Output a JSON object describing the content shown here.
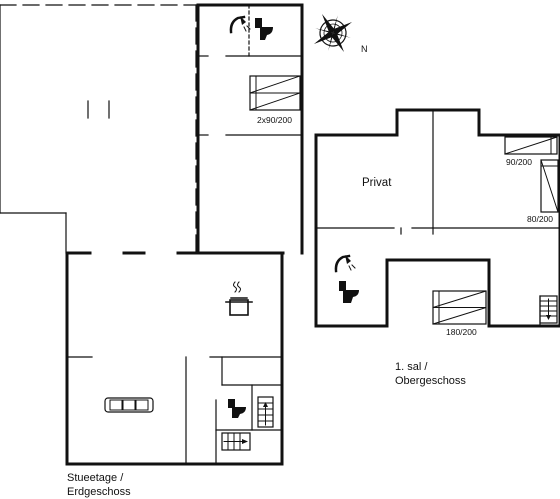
{
  "compass": {
    "north_label": "N",
    "icon": "compass-rose-icon"
  },
  "ground_floor": {
    "label_line1": "Stueetage /",
    "label_line2": "Erdgeschoss",
    "bed_labels": [
      "2x90/200"
    ],
    "icons": [
      "shower-icon",
      "toilet-icon",
      "bed-icon",
      "cooking-pot-icon",
      "sofa-icon",
      "toilet-icon",
      "stairs-icon",
      "stairs-icon"
    ]
  },
  "first_floor": {
    "label_line1": "1. sal /",
    "label_line2": "Obergeschoss",
    "room_labels": [
      "Privat"
    ],
    "bed_labels": [
      "90/200",
      "80/200",
      "180/200"
    ],
    "icons": [
      "bed-icon",
      "bed-icon",
      "double-bed-icon",
      "shower-icon",
      "toilet-icon",
      "stairs-icon"
    ]
  },
  "colors": {
    "wall": "#111111",
    "background": "#ffffff"
  }
}
